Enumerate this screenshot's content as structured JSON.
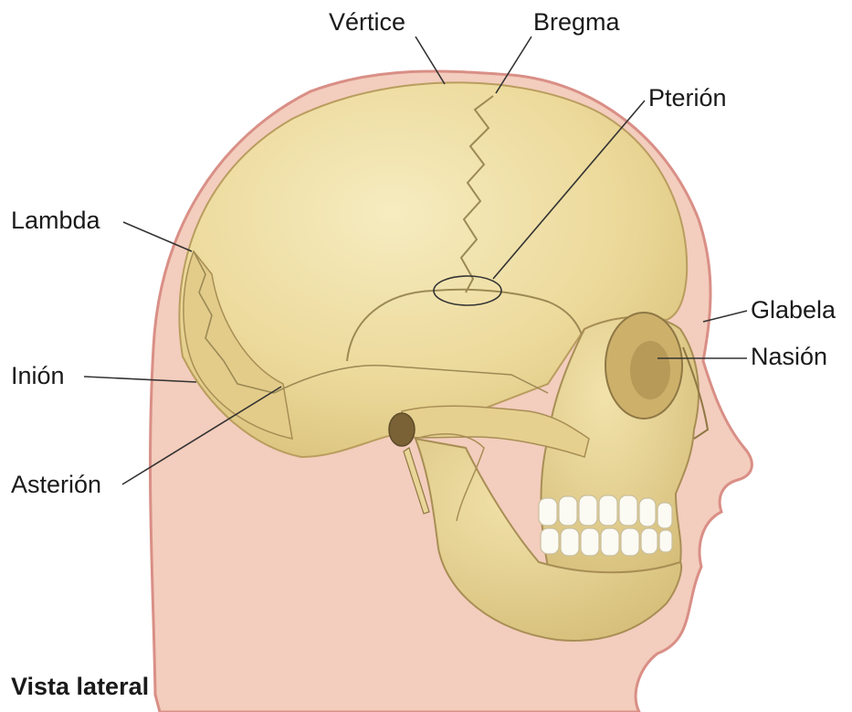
{
  "labels": {
    "vertice": "Vértice",
    "bregma": "Bregma",
    "pterion": "Pterión",
    "lambda": "Lambda",
    "glabela": "Glabela",
    "nasion": "Nasión",
    "inion": "Inión",
    "asterion": "Asterión"
  },
  "caption": "Vista lateral",
  "colors": {
    "skin": "#f3cdbd",
    "skin_outline": "#d98f86",
    "bone": "#efdfa2",
    "bone_shadow": "#d6c07a",
    "suture": "#9c8a55",
    "teeth": "#fbfaf3",
    "leader": "#333333"
  }
}
